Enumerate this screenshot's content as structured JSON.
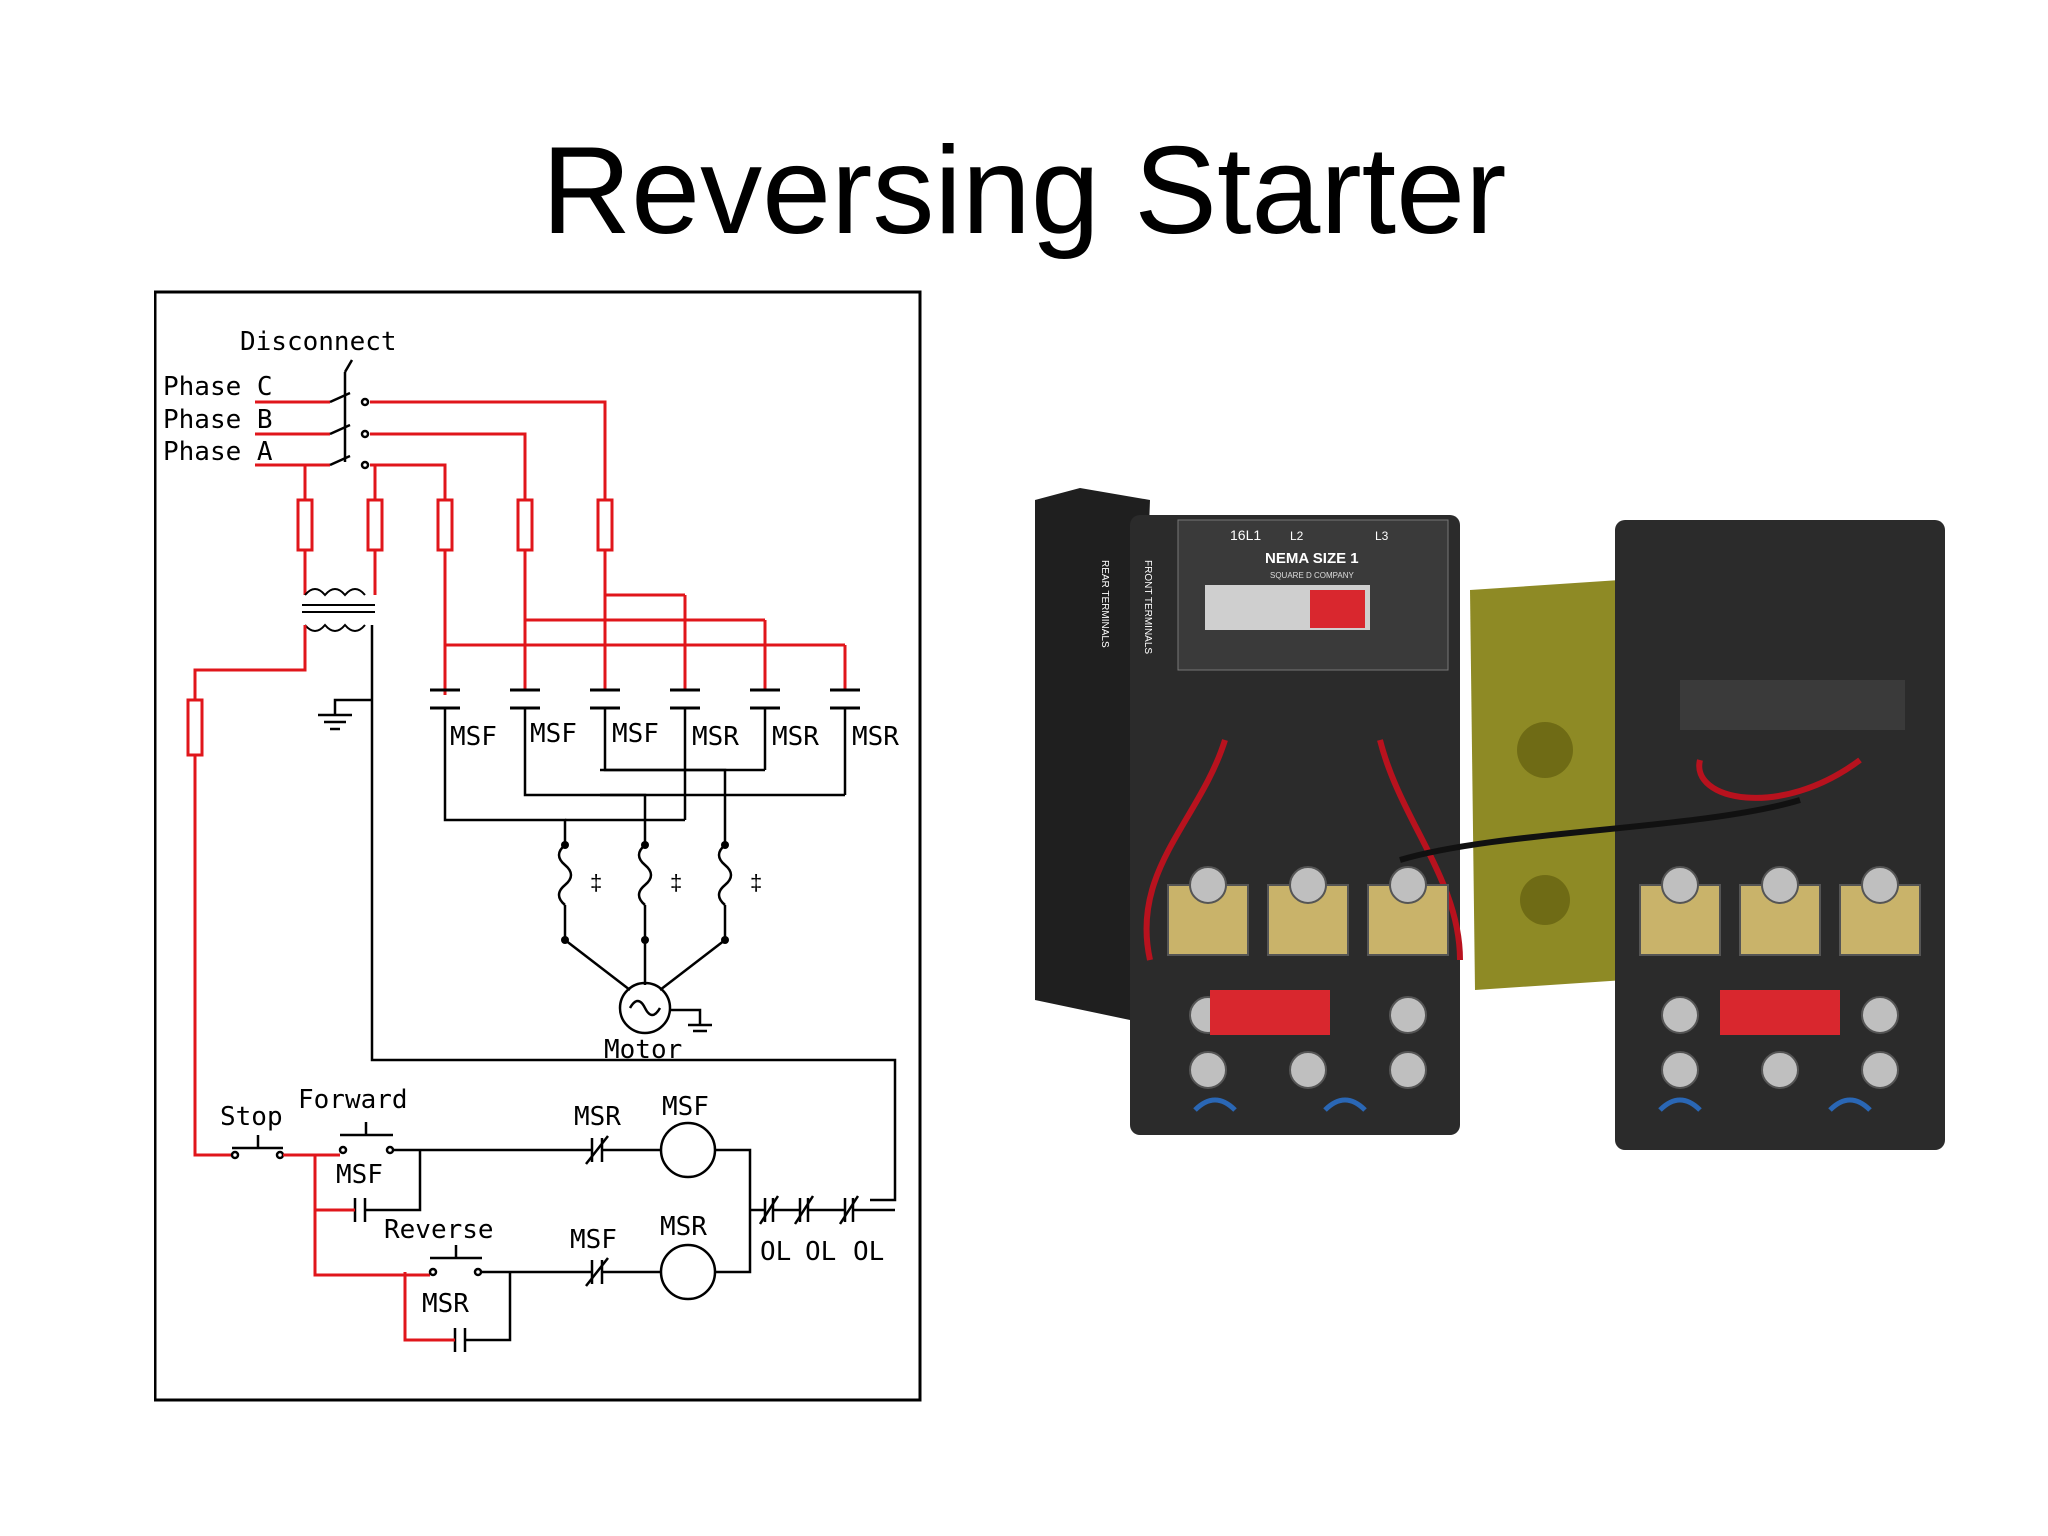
{
  "slide": {
    "title": "Reversing Starter"
  },
  "diagram": {
    "disconnect": "Disconnect",
    "phases": [
      "Phase C",
      "Phase B",
      "Phase A"
    ],
    "contactor_labels": [
      "MSF",
      "MSF",
      "MSF",
      "MSR",
      "MSR",
      "MSR"
    ],
    "motor": "Motor",
    "stop": "Stop",
    "forward": "Forward",
    "reverse": "Reverse",
    "forward_holding": "MSF",
    "reverse_holding": "MSR",
    "forward_interlock": "MSR",
    "forward_coil": "MSF",
    "reverse_interlock": "MSF",
    "reverse_coil": "MSR",
    "overloads": [
      "OL",
      "OL",
      "OL"
    ]
  },
  "photo": {
    "nameplate_size": "NEMA SIZE 1",
    "nameplate_code": "16L1",
    "nameplate_brand": "SQUARE D COMPANY",
    "terminal_labels": [
      "L2",
      "L3"
    ],
    "side_label_front": "FRONT TERMINALS",
    "side_label_rear": "REAR TERMINALS"
  },
  "colors": {
    "red_wire": "#e0161b",
    "line": "#000000",
    "device": "#2b2b2b",
    "brass": "#c9b36a"
  }
}
